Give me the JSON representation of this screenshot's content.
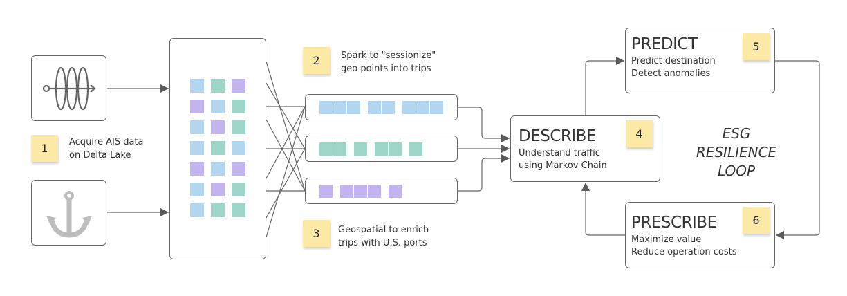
{
  "colors": {
    "blue": "#b3d6f0",
    "green": "#9dd6c8",
    "purple": "#c3b3ee",
    "sticky": "#fde9a6",
    "line": "#666666"
  },
  "sources": [
    {
      "icon": "spring-coil-icon"
    },
    {
      "icon": "anchor-icon"
    }
  ],
  "grid": [
    [
      "blue",
      "green",
      "purple"
    ],
    [
      "purple",
      "blue",
      "green"
    ],
    [
      "blue",
      "purple",
      "green"
    ],
    [
      "blue",
      "green",
      "blue"
    ],
    [
      "purple",
      "blue",
      "purple"
    ],
    [
      "blue",
      "purple",
      "green"
    ],
    [
      "blue",
      "green",
      "green"
    ]
  ],
  "trip_rows": [
    {
      "color": "blue",
      "groups": [
        3,
        2,
        3
      ]
    },
    {
      "color": "green",
      "groups": [
        2,
        1,
        2,
        1
      ]
    },
    {
      "color": "purple",
      "groups": [
        1,
        3,
        1
      ]
    }
  ],
  "steps": {
    "s1": {
      "number": "1",
      "lines": [
        "Acquire AIS data",
        "on Delta Lake"
      ]
    },
    "s2": {
      "number": "2",
      "lines": [
        "Spark to \"sessionize\"",
        "geo points into trips"
      ]
    },
    "s3": {
      "number": "3",
      "lines": [
        "Geospatial to enrich",
        "trips with U.S. ports"
      ]
    },
    "describe": {
      "number": "4",
      "title": "DESCRIBE",
      "lines": [
        "Understand traffic",
        "using Markov Chain"
      ]
    },
    "predict": {
      "number": "5",
      "title": "PREDICT",
      "lines": [
        "Predict destination",
        "Detect anomalies"
      ]
    },
    "prescribe": {
      "number": "6",
      "title": "PRESCRIBE",
      "lines": [
        "Maximize value",
        "Reduce operation costs"
      ]
    }
  },
  "loop_label": [
    "ESG",
    "RESILIENCE",
    "LOOP"
  ]
}
